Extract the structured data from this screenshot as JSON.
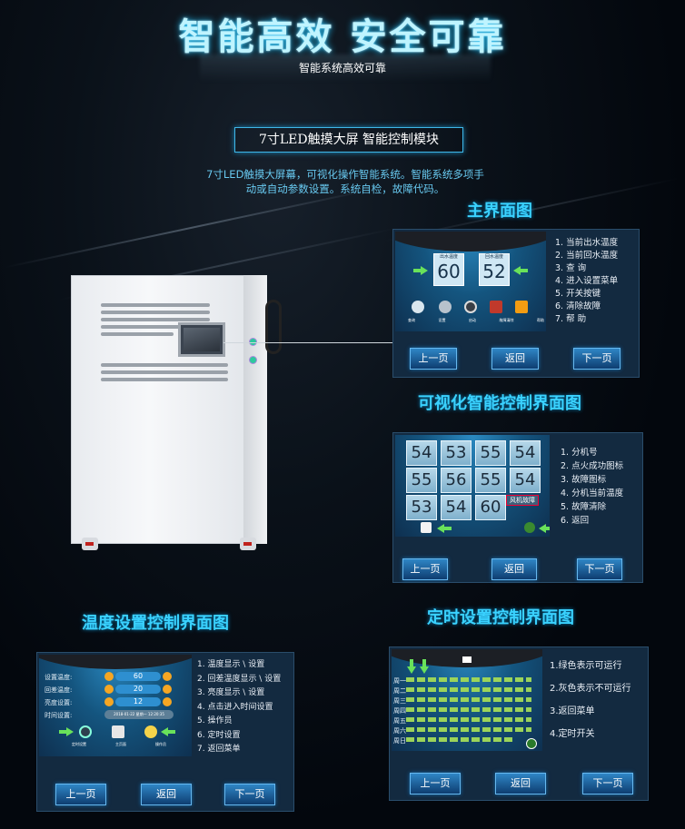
{
  "hero": {
    "title": "智能高效 安全可靠",
    "subtitle": "智能系统高效可靠"
  },
  "box": {
    "title": "7寸LED触摸大屏 智能控制模块"
  },
  "desc": {
    "line1": "7寸LED触摸大屏幕，可视化操作智能系统。智能系统多项手",
    "line2": "动或自动参数设置。系统自检，故障代码。"
  },
  "main_screen": {
    "title": "主界面图",
    "out_label": "出水温度",
    "ret_label": "回水温度",
    "out_value": "60",
    "ret_value": "52",
    "unit": "℃",
    "icon_labels": [
      "查询",
      "设置",
      "启动",
      "故障清除",
      "帮助"
    ],
    "list": [
      "1. 当前出水温度",
      "2. 当前回水温度",
      "3. 查 询",
      "4. 进入设置菜单",
      "5. 开关按键",
      "6. 清除故障",
      "7. 帮 助"
    ],
    "buttons": {
      "prev": "上一页",
      "back": "返回",
      "next": "下一页"
    }
  },
  "visual_screen": {
    "title": "可视化智能控制界面图",
    "tiles": [
      "54",
      "53",
      "55",
      "54",
      "55",
      "56",
      "55",
      "54",
      "53",
      "54",
      "60"
    ],
    "unit": "℃",
    "fault_label": "风机故障",
    "list": [
      "1. 分机号",
      "2. 点火成功图标",
      "3. 故障图标",
      "4. 分机当前温度",
      "5. 故障清除",
      "6. 返回"
    ],
    "buttons": {
      "prev": "上一页",
      "back": "返回",
      "next": "下一页"
    }
  },
  "temp_screen": {
    "title": "温度设置控制界面图",
    "rows": [
      {
        "label": "设置温度:",
        "value": "60"
      },
      {
        "label": "回差温度:",
        "value": "20"
      },
      {
        "label": "亮度设置:",
        "value": "12"
      }
    ],
    "time_label": "时间设置:",
    "time_value": "2018-01-22 星期一 12:20:35",
    "icon_labels": [
      "定时设置",
      "主页面",
      "操作员"
    ],
    "list": [
      "1. 温度显示 \\ 设置",
      "2. 回差温度显示 \\ 设置",
      "3. 亮度显示 \\ 设置",
      "4. 点击进入时间设置",
      "5. 操作员",
      "6. 定时设置",
      "7. 返回菜单"
    ],
    "buttons": {
      "prev": "上一页",
      "back": "返回",
      "next": "下一页"
    }
  },
  "timer_screen": {
    "title": "定时设置控制界面图",
    "day_labels": [
      "周一",
      "周二",
      "周三",
      "周四",
      "周五",
      "周六",
      "周日"
    ],
    "list": [
      "1.绿色表示可运行",
      "2.灰色表示不可运行",
      "3.返回菜单",
      "4.定时开关"
    ],
    "buttons": {
      "prev": "上一页",
      "back": "返回",
      "next": "下一页"
    }
  }
}
